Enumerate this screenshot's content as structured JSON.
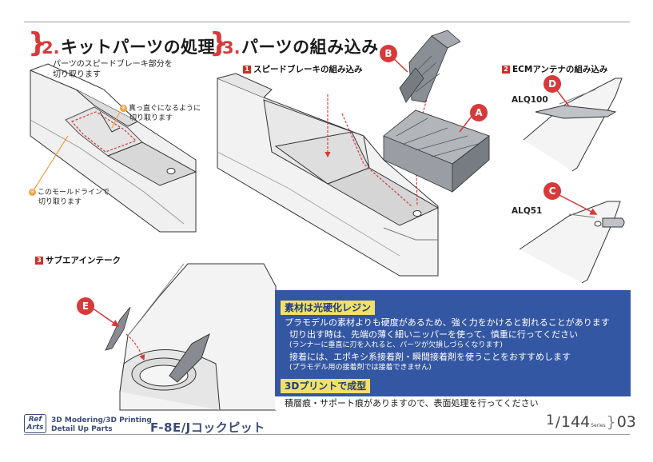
{
  "colors": {
    "accent_red": "#d63a3a",
    "info_blue": "#3457a3",
    "info_yellow": "#f2e06b",
    "footer_navy": "#3a4a7a"
  },
  "step2": {
    "num": "2.",
    "title": "キットパーツの処理",
    "note_lines": [
      "パーツのスピードブレーキ部分を",
      "切り取ります"
    ],
    "hint_straight_lines": [
      "真っ直ぐになるように",
      "切り取ります"
    ],
    "hint_mold_lines": [
      "このモールドラインで",
      "切り取ります"
    ]
  },
  "step3": {
    "num": "3.",
    "title": "パーツの組み込み",
    "sub1": {
      "num": "1",
      "label": "スピードブレーキの組み込み"
    },
    "sub2": {
      "num": "2",
      "label": "ECMアンテナの組み込み"
    },
    "sub3": {
      "num": "3",
      "label": "サブエアインテーク"
    }
  },
  "callouts": {
    "a": "A",
    "b": "B",
    "c": "C",
    "d": "D",
    "e": "E"
  },
  "antennas": {
    "alq100": "ALQ100",
    "alq51": "ALQ51"
  },
  "info": {
    "head1": "素材は光硬化レジン",
    "line1": "プラモデルの素材よりも硬度があるため、強く力をかけると割れることがあります",
    "line2": "切り出す時は、先端の薄く細いニッパーを使って、慎重に行ってください",
    "line2_small": "(ランナーに垂直に刃を入れると、パーツが欠損しづらくなります)",
    "line3": "接着には、エポキシ系接着剤・瞬間接着剤を使うことをおすすめします",
    "line3_small": "(プラモデル用の接着剤では接着できません)",
    "head2": "3Dプリントで成型",
    "line4": "積層痕・サポート痕がありますので、表面処理を行ってください"
  },
  "footer": {
    "logo": "Ref Arts",
    "brand_line1": "3D Modering/3D Printing",
    "brand_line2": "Detail Up Parts",
    "title": "F-8E/Jコックピット",
    "scale_num": "1",
    "scale_den": "144",
    "scale_series": "Series",
    "page": "03"
  }
}
